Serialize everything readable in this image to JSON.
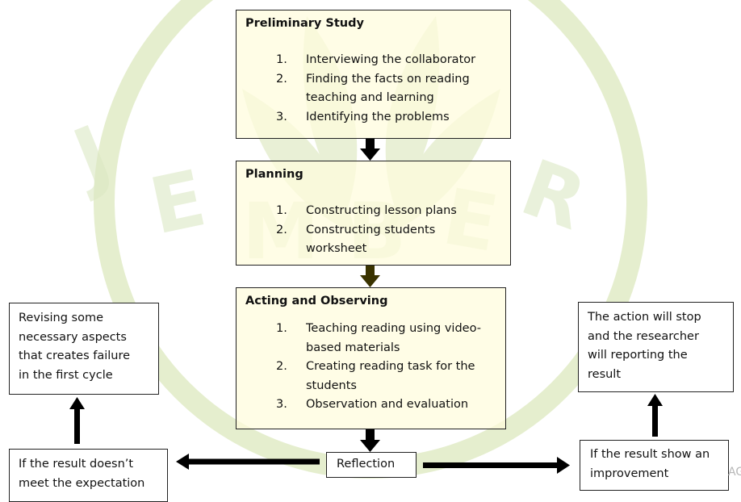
{
  "watermark": {
    "text": "JEMBER",
    "colors": {
      "ring": "#cfe0a5",
      "fill": "#f3f7da",
      "text": "#e3eccf"
    }
  },
  "corner_logo": "AG",
  "nodes": {
    "preliminary": {
      "title": "Preliminary Study",
      "steps": [
        {
          "num": "1.",
          "lines": [
            "Interviewing the collaborator"
          ]
        },
        {
          "num": "2.",
          "lines": [
            "Finding the facts on reading",
            "teaching and learning"
          ]
        },
        {
          "num": "3.",
          "lines": [
            "Identifying the problems"
          ]
        }
      ]
    },
    "planning": {
      "title": "Planning",
      "steps": [
        {
          "num": "1.",
          "lines": [
            "Constructing lesson plans"
          ]
        },
        {
          "num": "2.",
          "lines": [
            "Constructing students",
            "worksheet"
          ]
        }
      ]
    },
    "acting": {
      "title": "Acting and Observing",
      "steps": [
        {
          "num": "1.",
          "lines": [
            "Teaching reading using video-",
            "based materials"
          ]
        },
        {
          "num": "2.",
          "lines": [
            "Creating reading task for the",
            "students"
          ]
        },
        {
          "num": "3.",
          "lines": [
            "Observation and evaluation"
          ]
        }
      ]
    },
    "revising": {
      "lines": [
        "Revising some",
        "necessary aspects",
        "that creates failure",
        "in the first cycle"
      ]
    },
    "stop": {
      "lines": [
        "The action will stop",
        "and the researcher",
        "will reporting the",
        "result"
      ]
    },
    "fail": {
      "lines": [
        "If the result doesn’t",
        "meet the expectation"
      ]
    },
    "reflection": {
      "lines": [
        "Reflection"
      ]
    },
    "improve": {
      "lines": [
        "If the result show an",
        "improvement"
      ]
    }
  },
  "colors": {
    "box_border": "#222222",
    "arrow": "#000000",
    "arrow_dark": "#3a3300",
    "box_tint": "#fffcdd"
  }
}
